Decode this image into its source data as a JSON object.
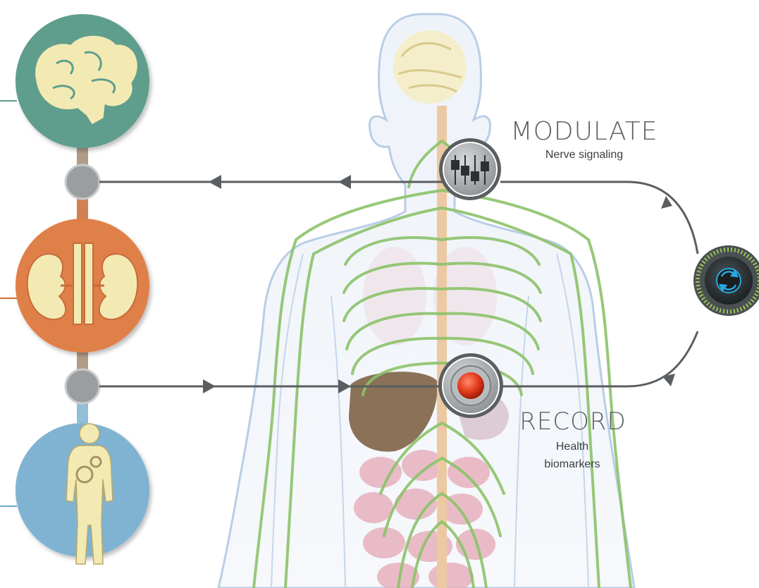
{
  "modulate": {
    "title": "MODULATE",
    "subtitle": "Nerve signaling",
    "icon": "equalizer-sliders-icon"
  },
  "record": {
    "title": "RECORD",
    "subtitle_line1": "Health",
    "subtitle_line2": "biomarkers",
    "icon": "record-button-icon"
  },
  "left_column": [
    {
      "name": "brain",
      "icon": "brain-icon",
      "color": "#5f9e8c"
    },
    {
      "name": "kidneys",
      "icon": "kidney-icon",
      "color": "#e0804a"
    },
    {
      "name": "body",
      "icon": "human-body-gear-icon",
      "color": "#7fb3d1"
    }
  ],
  "controller": {
    "icon": "processor-cycle-icon",
    "accent": "#29a9e0"
  },
  "colors": {
    "nerves": "#8cc36a",
    "spine": "#ecc9a3",
    "body_outline": "#b9cde6",
    "arrow_lines": "#5b5e60"
  }
}
